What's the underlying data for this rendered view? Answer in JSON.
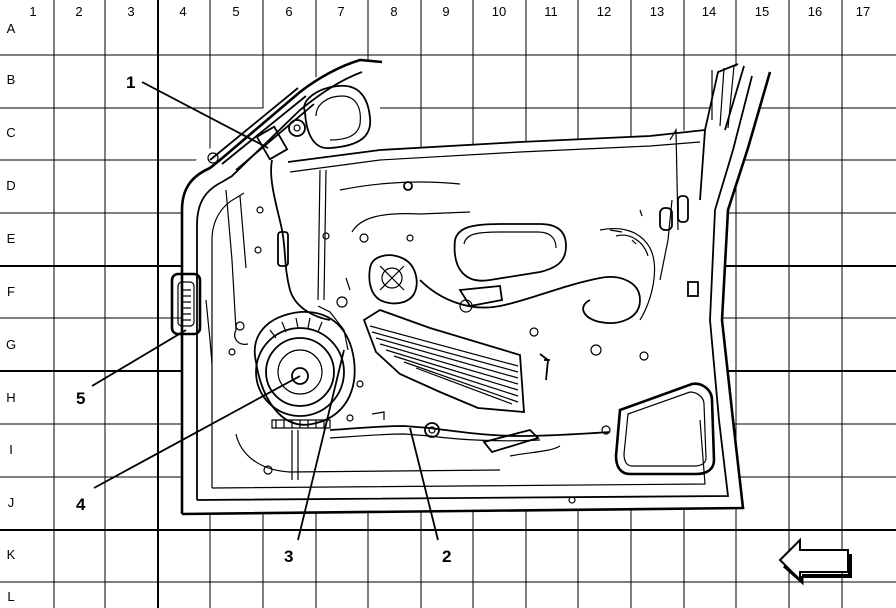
{
  "grid": {
    "columns": [
      "1",
      "2",
      "3",
      "4",
      "5",
      "6",
      "7",
      "8",
      "9",
      "10",
      "11",
      "12",
      "13",
      "14",
      "15",
      "16",
      "17"
    ],
    "rows": [
      "A",
      "B",
      "C",
      "D",
      "E",
      "F",
      "G",
      "H",
      "I",
      "J",
      "K",
      "L"
    ]
  },
  "callouts": [
    {
      "id": "1",
      "label": "1"
    },
    {
      "id": "2",
      "label": "2"
    },
    {
      "id": "3",
      "label": "3"
    },
    {
      "id": "4",
      "label": "4"
    },
    {
      "id": "5",
      "label": "5"
    }
  ],
  "icons": {
    "direction": "front-arrow-icon"
  }
}
